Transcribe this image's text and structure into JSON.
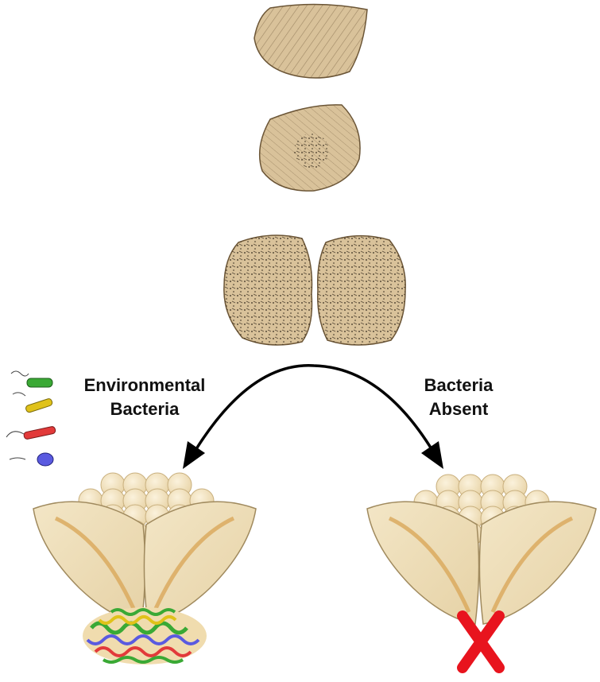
{
  "labels": {
    "environmental_bacteria": [
      "Environmental",
      "Bacteria"
    ],
    "bacteria_absent": [
      "Bacteria",
      "Absent"
    ]
  },
  "colors": {
    "tissue_fill": "#d9c29a",
    "tissue_stroke": "#6b5536",
    "tissue_speckle": "#2e2418",
    "gland_fill": "#efdfbb",
    "gland_stripe": "#d9a85a",
    "bead_fill": "#f6e8c8",
    "bead_stroke": "#c9b07e",
    "arrow": "#000000",
    "bacteria_green": "#3aa935",
    "bacteria_yellow": "#e0c21a",
    "bacteria_red": "#e23a3a",
    "bacteria_blue": "#5a5ae0",
    "cross_red": "#e8141e"
  },
  "icons": [
    "tissue-stage-1-icon",
    "tissue-stage-2-icon",
    "tissue-stage-3-icon",
    "curved-arrow-icon",
    "bacteria-legend-icon",
    "gland-with-bacteria-icon",
    "gland-without-bacteria-icon",
    "red-x-icon"
  ]
}
